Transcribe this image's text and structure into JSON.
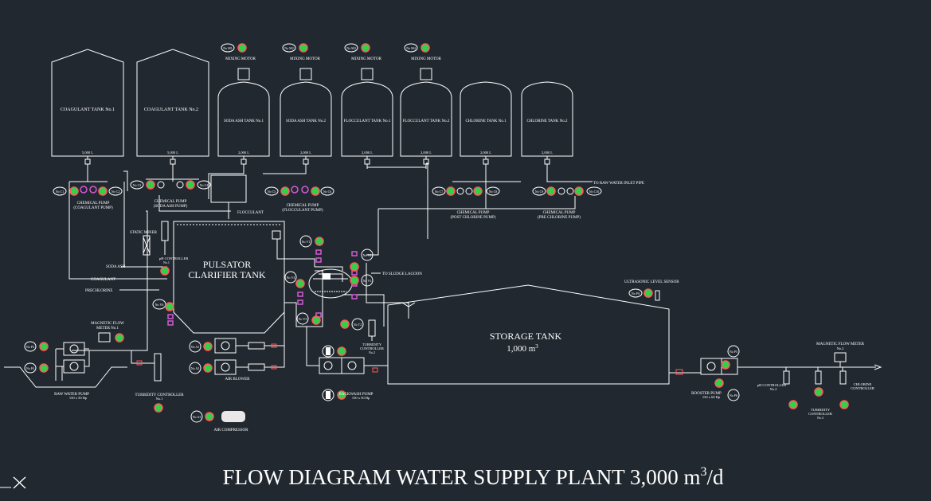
{
  "title": {
    "main": "FLOW DIAGRAM WATER SUPPLY PLANT 3,000 m",
    "sup": "3",
    "tail": "/d"
  },
  "tanks": {
    "coag1": {
      "name": "COAGULANT TANK No.1",
      "cap": "5,000 L"
    },
    "coag2": {
      "name": "COAGULANT TANK No.2",
      "cap": "5,000 L"
    },
    "soda1": {
      "name": "SODA ASH TANK No.1",
      "cap": "2,000 L"
    },
    "soda2": {
      "name": "SODA ASH TANK No.2",
      "cap": "2,000 L"
    },
    "floc1": {
      "name": "FLOCCULANT TANK No.1",
      "cap": "2,000 L"
    },
    "floc2": {
      "name": "FLOCCULANT TANK No.2",
      "cap": "2,000 L"
    },
    "chl1": {
      "name": "CHLORINE TANK No.1",
      "cap": "2,000 L"
    },
    "chl2": {
      "name": "CHLORINE TANK No.2",
      "cap": "2,000 L"
    }
  },
  "motors": {
    "m1": "No M1",
    "m2": "No M2",
    "m3": "No M3",
    "m4": "No M4",
    "label": "MIXING MOTOR"
  },
  "pumps": {
    "coag": {
      "line1": "CHEMICAL PUMP",
      "line2": "(COAGULANT PUMP)",
      "a": "No C1",
      "b": "No C2"
    },
    "soda": {
      "line1": "CHEMICAL PUMP",
      "line2": "(SODA ASH PUMP)",
      "a": "No C3",
      "b": "No C4"
    },
    "floc": {
      "line1": "CHEMICAL PUMP",
      "line2": "(FLOCCULANT PUMP)",
      "a": "No C5",
      "b": "No C6"
    },
    "post": {
      "line1": "CHEMICAL PUMP",
      "line2": "(POST CHLORINE PUMP)",
      "a": "No C7",
      "b": "No C8"
    },
    "pre": {
      "line1": "CHEMICAL PUMP",
      "line2": "(PRE CHLORINE PUMP)",
      "a": "No C9",
      "b": "No C10"
    }
  },
  "labels": {
    "flocculant": "FLOCCULANT",
    "static_mixer": "STATIC MIXER",
    "ph_ctrl": "pH CONTROLLER",
    "ph_ctrl_no": "No.1",
    "soda_ash": "SODA ASH",
    "coagulant": "COAGULANT",
    "prechlorine": "PRECHLORINE",
    "clarifier1": "PULSATOR",
    "clarifier2": "CLARIFIER TANK",
    "to_rawwater": "TO RAW WATER INLET PIPE",
    "to_sludge": "TO SLUDGE LAGOON",
    "ultrasonic": "ULTRASONIC LEVEL SENSOR",
    "storage1": "STORAGE TANK",
    "storage2": "1,000 m",
    "storage_sup": "3",
    "mag_flow1a": "MAGNETIC FLOW",
    "mag_flow1b": "METER No.1",
    "mag_flow2a": "MAGNETIC FLOW METER",
    "mag_flow2b": "No.2",
    "raw_pump": "RAW WATER PUMP",
    "raw_pump_spec": "150 x 50 Hp",
    "turb1": "TURBIDITY CONTROLLER",
    "turb1_no": "No.1",
    "turb2a": "TURBIDITY",
    "turb2b": "CONTROLLER",
    "turb2_no": "No.2",
    "air_blower": "AIR BLOWER",
    "air_comp": "AIR COMPRESSOR",
    "backwash": "BACKWASH PUMP",
    "backwash_spec": "150 x 50 Hp",
    "booster": "BOOSTER PUMP",
    "booster_spec": "150 x 60 Hp",
    "ph2a": "pH CONTROLLER",
    "ph2b": "No.2",
    "turb3a": "TURBIDITY",
    "turb3b": "CONTROLLER",
    "turb3_no": "No.3",
    "chl_ctrl_a": "CHLORINE",
    "chl_ctrl_b": "CONTROLLER"
  },
  "tags": {
    "pv1": "No PV1",
    "pv2": "No PV2",
    "pv3": "No PV3",
    "v1": "No V1",
    "v2": "No V2",
    "v3": "No V3",
    "v4": "No V4",
    "v5": "No V5",
    "v6": "No V6",
    "a1": "No A1",
    "a2": "No A2",
    "a3": "No A3",
    "t2": "No T2",
    "p3": "No P3",
    "p4": "No P4",
    "p5": "No P5",
    "p6": "No P6",
    "sensor": "No PS"
  },
  "colors": {
    "background": "#212830",
    "line": "#ffffff",
    "status_on": "#35d04a",
    "status_ring": "#ff5a5a",
    "valve": "#d45ad4"
  },
  "icons": [
    "close-icon",
    "status-lamp-icon",
    "tag-bubble-icon",
    "pump-icon",
    "valve-icon"
  ]
}
